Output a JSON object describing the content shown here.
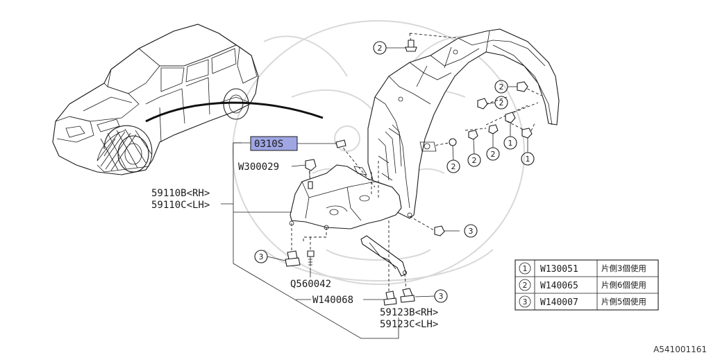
{
  "diagram": {
    "highlighted_part": "0310S",
    "labels": {
      "w300029": "W300029",
      "part_59110b": "59110B<RH>",
      "part_59110c": "59110C<LH>",
      "q560042": "Q560042",
      "w140068": "W140068",
      "part_59123b": "59123B<RH>",
      "part_59123c": "59123C<LH>"
    },
    "callouts": {
      "c1": "1",
      "c2": "2",
      "c3": "3"
    },
    "table": {
      "rows": [
        {
          "callout": "1",
          "part": "W130051",
          "qty": "片側3個使用"
        },
        {
          "callout": "2",
          "part": "W140065",
          "qty": "片側6個使用"
        },
        {
          "callout": "3",
          "part": "W140007",
          "qty": "片側5個使用"
        }
      ]
    },
    "image_code": "A541001161"
  },
  "colors": {
    "highlight_fill": "#9fa6e3",
    "ink": "#1a1a1a",
    "watermark": "#d4d4d4"
  }
}
